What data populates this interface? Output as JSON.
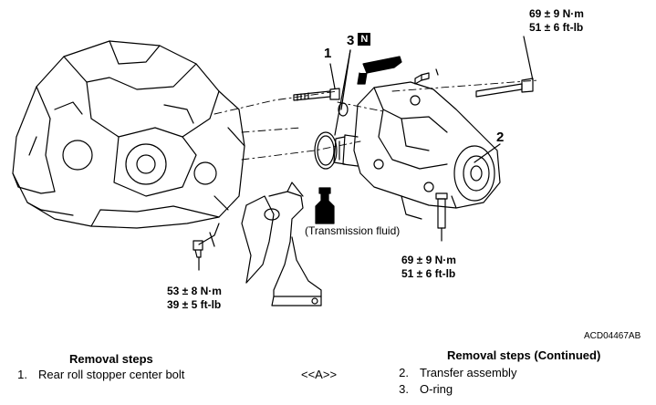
{
  "figure": {
    "callouts": [
      {
        "number": "1"
      },
      {
        "number": "3",
        "badge": "N"
      },
      {
        "number": "2"
      }
    ],
    "torque_specs": [
      {
        "metric": "69 ± 9 N·m",
        "imperial": "51 ± 6 ft-lb"
      },
      {
        "metric": "69 ± 9 N·m",
        "imperial": "51 ± 6 ft-lb"
      },
      {
        "metric": "53 ± 8 N·m",
        "imperial": "39 ± 5 ft-lb"
      }
    ],
    "fluid_label": "(Transmission fluid)",
    "figure_code": "ACD04467AB"
  },
  "removal_steps": {
    "heading": "Removal steps",
    "items": [
      {
        "num": "1.",
        "text": "Rear roll stopper center bolt",
        "note": "<<A>>"
      }
    ]
  },
  "removal_steps_continued": {
    "heading": "Removal steps (Continued)",
    "items": [
      {
        "num": "2.",
        "text": "Transfer assembly"
      },
      {
        "num": "3.",
        "text": "O-ring"
      }
    ]
  }
}
